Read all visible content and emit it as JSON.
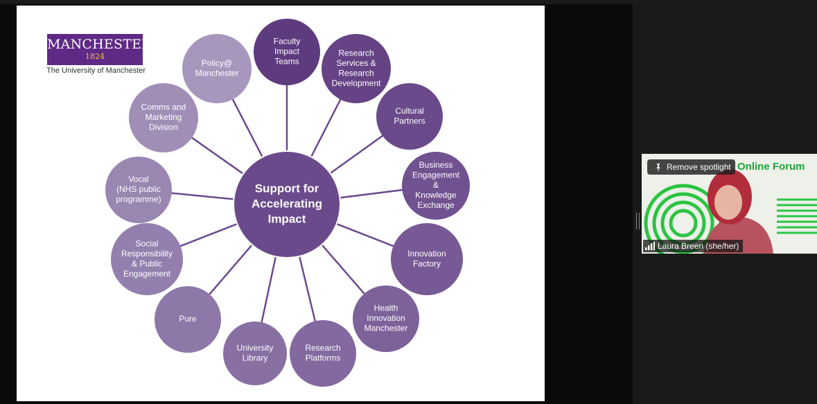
{
  "slide": {
    "logo": {
      "name": "MANCHESTER",
      "year": "1824",
      "subtitle": "The University of Manchester"
    },
    "center": {
      "lines": [
        "Support for",
        "Accelerating",
        "Impact"
      ]
    },
    "nodes": [
      {
        "lines": [
          "Faculty",
          "Impact",
          "Teams"
        ],
        "color": "#5e3a7e"
      },
      {
        "lines": [
          "Research",
          "Services  &",
          "Research",
          "Development"
        ],
        "color": "#654384"
      },
      {
        "lines": [
          "Cultural",
          "Partners"
        ],
        "color": "#6a4a8a"
      },
      {
        "lines": [
          "Business",
          "Engagement",
          "&",
          "Knowledge",
          "Exchange"
        ],
        "color": "#715290"
      },
      {
        "lines": [
          "Innovation",
          "Factory"
        ],
        "color": "#775a95"
      },
      {
        "lines": [
          "Health",
          "Innovation",
          "Manchester"
        ],
        "color": "#7d629a"
      },
      {
        "lines": [
          "Research",
          "Platforms"
        ],
        "color": "#83699f"
      },
      {
        "lines": [
          "University",
          "Library"
        ],
        "color": "#8870a3"
      },
      {
        "lines": [
          "Pure"
        ],
        "color": "#8d78a8"
      },
      {
        "lines": [
          "Social",
          "Responsibility",
          "& Public",
          "Engagement"
        ],
        "color": "#937fad"
      },
      {
        "lines": [
          "Vocal",
          "(NHS public",
          "programme)"
        ],
        "color": "#9986b1"
      },
      {
        "lines": [
          "Comms and",
          "Marketing",
          "Division"
        ],
        "color": "#a08eb7"
      },
      {
        "lines": [
          "Policy@",
          "Manchester"
        ],
        "color": "#a797bd"
      }
    ]
  },
  "video": {
    "banner_text": "Online Forum",
    "spotlight_label": "Remove spotlight",
    "participant_name": "Laura Breen (she/her)"
  },
  "colors": {
    "center": "#6b4a8c",
    "spokes": "#6b4a8c",
    "logo_bg": "#5f2a86",
    "forum_green": "#1ea33a"
  }
}
